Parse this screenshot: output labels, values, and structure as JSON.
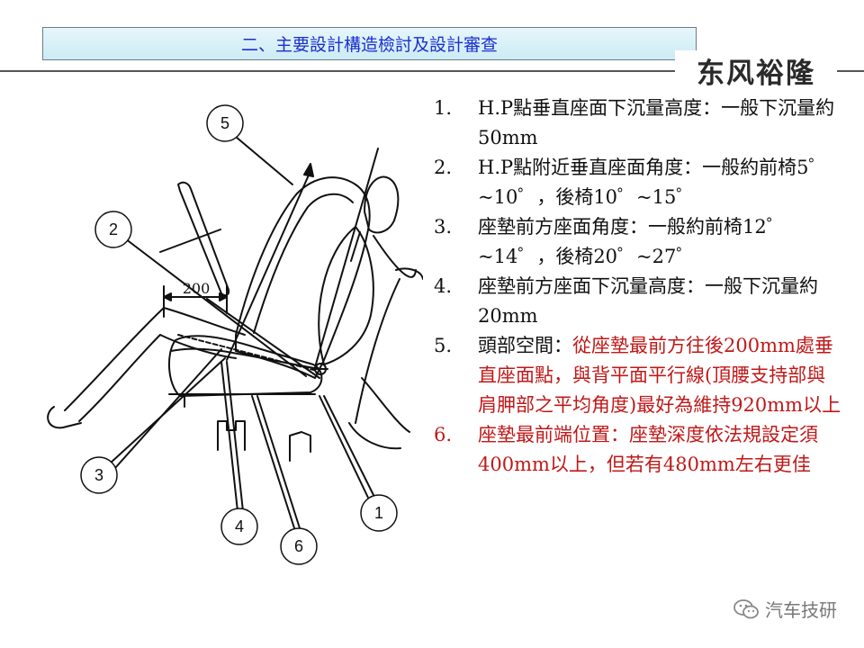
{
  "header": {
    "title": "二、主要設計構造檢討及設計審查",
    "brand": "东风裕隆"
  },
  "diagram": {
    "dimension_label": "200",
    "callouts": [
      "1",
      "2",
      "3",
      "4",
      "5",
      "6"
    ]
  },
  "notes": [
    {
      "num": "1.",
      "text": "H.P點垂直座面下沉量高度：一般下沉量約50mm",
      "red": ""
    },
    {
      "num": "2.",
      "text": "H.P點附近垂直座面角度：一般約前椅5゜~10゜，後椅10゜~15゜",
      "red": ""
    },
    {
      "num": "3.",
      "text": "座墊前方座面角度：一般約前椅12゜~14゜，後椅20゜~27゜",
      "red": ""
    },
    {
      "num": "4.",
      "text": "座墊前方座面下沉量高度：一般下沉量約20mm",
      "red": ""
    },
    {
      "num": "5.",
      "text": "頭部空間：",
      "red": "從座墊最前方往後200mm處垂直座面點，與背平面平行線(頂腰支持部與肩胛部之平均角度)最好為維持920mm以上"
    },
    {
      "num": "6.",
      "text": "座墊最前端位置：座墊深度依法規設定須400mm以上，但若有480mm左右更佳",
      "red": ""
    }
  ],
  "watermark": {
    "text": "汽车技研",
    "icon": "wechat-icon"
  }
}
